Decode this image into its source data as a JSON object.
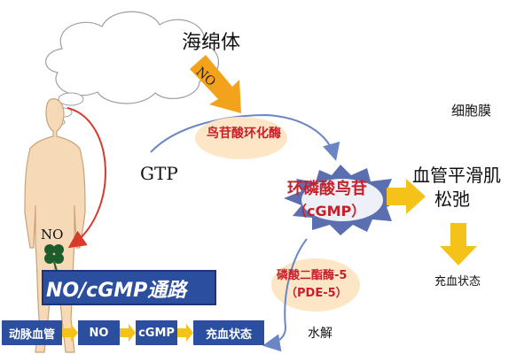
{
  "labels": {
    "cavernosum": "海绵体",
    "no_in_arrow": "NO",
    "guanylate_cyclase": "鸟苷酸环化酶",
    "gtp": "GTP",
    "cell_membrane": "细胞膜",
    "cgmp_name": "环磷酸鸟苷",
    "cgmp_abbr": "（cGMP）",
    "smooth_muscle_line1": "血管平滑肌",
    "smooth_muscle_line2": "松弛",
    "erection_right": "充血状态",
    "pde5_line1": "磷酸二酯酶-5",
    "pde5_line2": "（PDE-5）",
    "hydrolysis": "水解",
    "body_no": "NO"
  },
  "banner": {
    "title": "NO/cGMP通路"
  },
  "flow": [
    "动脉血管",
    "NO",
    "cGMP",
    "充血状态"
  ],
  "colors": {
    "arrow_orange": "#f3a21b",
    "arrow_yellow": "#f5c21a",
    "oval_fill": "#fce6c6",
    "red_text": "#c8202a",
    "banner_blue": "#2b4f9e",
    "star_blue": "#5b6fb0",
    "skin": "#f6d9b6",
    "red_arrow": "#d83a2c",
    "clover": "#1f5c2b"
  }
}
